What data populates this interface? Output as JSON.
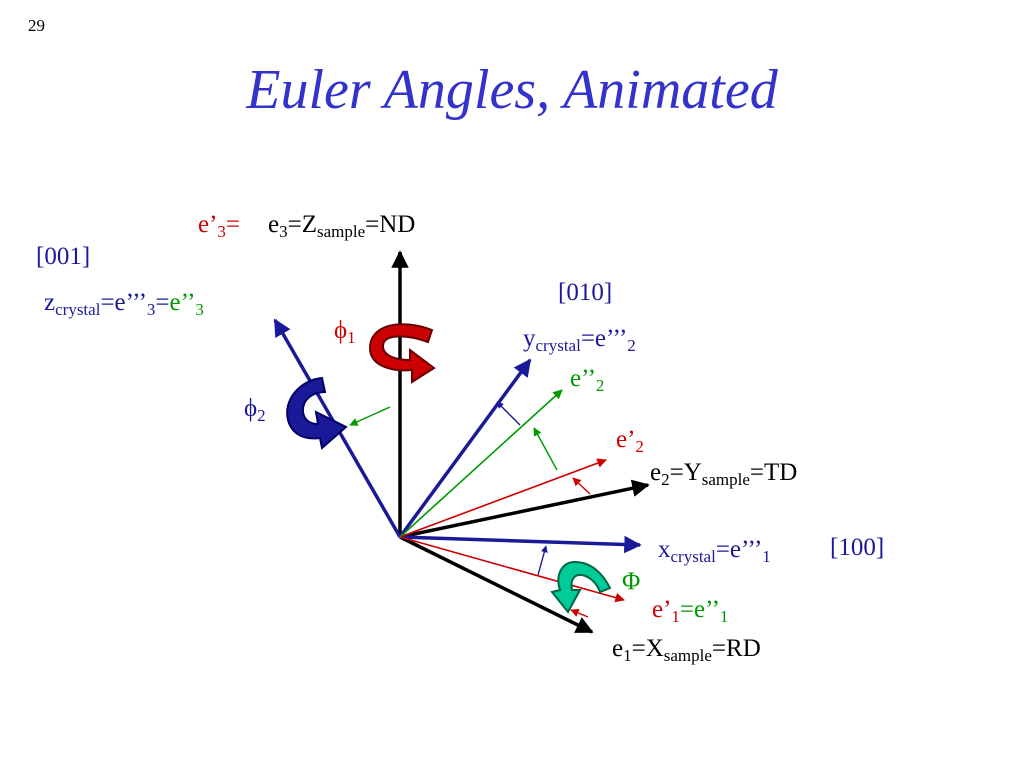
{
  "slide_number": "29",
  "title": "Euler Angles, Animated",
  "labels": {
    "e3_prime_a": "e’",
    "e3_prime_sub": "3",
    "e3_prime_eq": "=",
    "e3_a": "e",
    "e3_sub": "3",
    "e3_b": "=Z",
    "e3_sub2": "sample",
    "e3_c": "=ND",
    "dir_001": "[001]",
    "zc_a": "z",
    "zc_sub": "crystal",
    "zc_b": "=e’’’",
    "zc_sub2": "3",
    "zc_c": "=",
    "zc_d": "e’’",
    "zc_sub3": "3",
    "dir_010": "[010]",
    "yc_a": "y",
    "yc_sub": "crystal",
    "yc_b": "=e’’’",
    "yc_sub2": "2",
    "phi1": "ϕ",
    "phi1_sub": "1",
    "phi2": "ϕ",
    "phi2_sub": "2",
    "e2pp_a": "e’’",
    "e2pp_sub": "2",
    "e2p_a": "e’",
    "e2p_sub": "2",
    "e2_a": "e",
    "e2_sub": "2",
    "e2_b": "=Y",
    "e2_sub2": "sample",
    "e2_c": "=TD",
    "xc_a": "x",
    "xc_sub": "crystal",
    "xc_b": "=e’’’",
    "xc_sub2": "1",
    "dir_100": "[100]",
    "Phi": "Φ",
    "e1p_a": "e’",
    "e1p_sub": "1",
    "e1p_b": "=e’’",
    "e1p_sub2": "1",
    "e1_a": "e",
    "e1_sub": "1",
    "e1_b": "=X",
    "e1_sub2": "sample",
    "e1_c": "=RD"
  },
  "colors": {
    "title": "#3333cc",
    "sample_axes": "#000000",
    "crystal_axes": "#1a1a99",
    "first_rotation": "#cc0000",
    "second_rotation": "#009900",
    "phi1_arrow": "#cc0000",
    "phi2_arrow": "#1a1a99",
    "Phi_arrow": "#00cc99"
  }
}
